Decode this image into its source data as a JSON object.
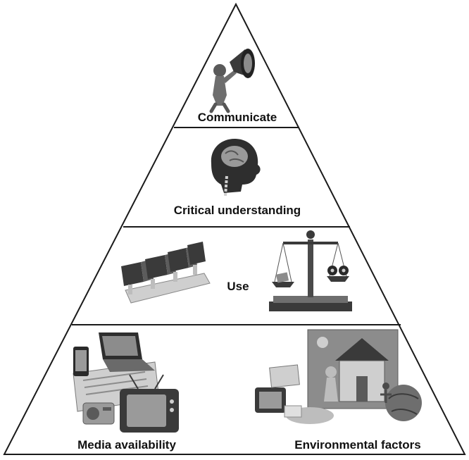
{
  "pyramid": {
    "tiers": [
      {
        "labels": [
          "Communicate"
        ],
        "illustrations": [
          "megaphone-figure-icon"
        ]
      },
      {
        "labels": [
          "Critical understanding"
        ],
        "illustrations": [
          "head-brain-xray-icon"
        ]
      },
      {
        "labels": [
          "Use"
        ],
        "illustrations": [
          "www-keyboard-keys-icon",
          "balance-scale-icon"
        ]
      },
      {
        "labels": [
          "Media availability",
          "Environmental factors"
        ],
        "illustrations": [
          "media-devices-icon",
          "school-environment-icon"
        ]
      }
    ]
  },
  "colors": {
    "outline": "#1a1a1a",
    "illustration_dark": "#3a3a3a",
    "illustration_mid": "#8c8c8c",
    "illustration_light": "#cfcfcf"
  }
}
